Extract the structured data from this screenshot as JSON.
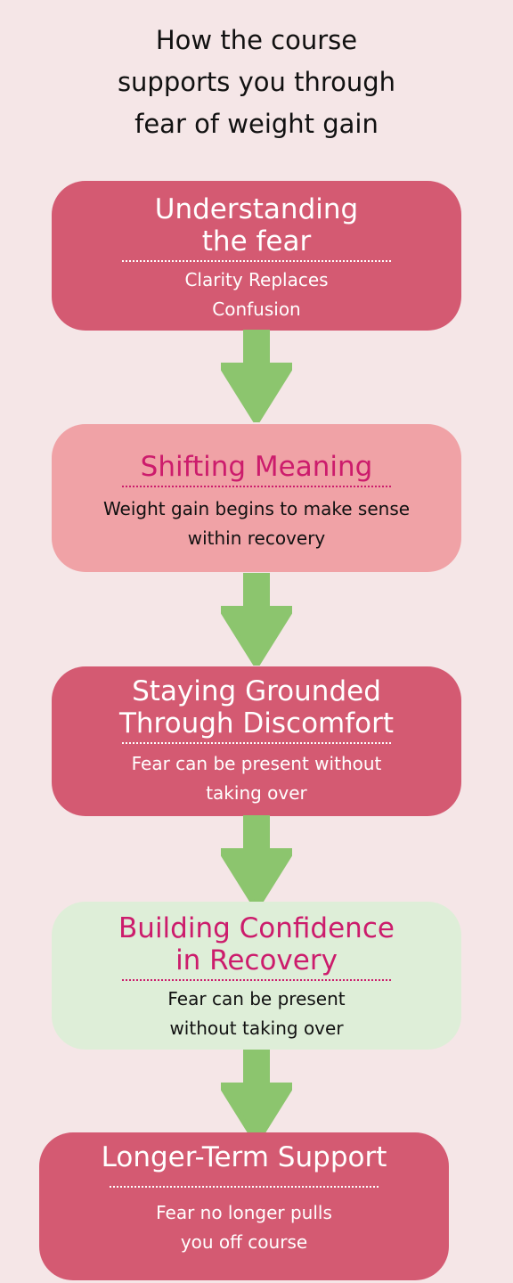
{
  "title": {
    "line1": "How the course",
    "line2": "supports you through",
    "line3": "fear of weight gain"
  },
  "steps": [
    {
      "heading": [
        "Understanding",
        "the fear"
      ],
      "subtitle": [
        "Clarity Replaces",
        "Confusion"
      ]
    },
    {
      "heading": [
        "Shifting Meaning"
      ],
      "subtitle": [
        "Weight gain begins to make sense",
        "within recovery"
      ]
    },
    {
      "heading": [
        "Staying Grounded",
        "Through Discomfort"
      ],
      "subtitle": [
        "Fear can be present without",
        "taking over"
      ]
    },
    {
      "heading": [
        "Building Confidence",
        "in Recovery"
      ],
      "subtitle": [
        "Fear can be present",
        "without taking over"
      ]
    },
    {
      "heading": [
        "Longer-Term Support"
      ],
      "subtitle": [
        "Fear no longer pulls",
        "you off course"
      ]
    }
  ],
  "colors": {
    "background": "#f5e6e7",
    "dark_box": "#d45a72",
    "light_pink_box": "#f0a2a6",
    "light_green_box": "#deeed8",
    "accent_heading": "#cc1c6c",
    "arrow": "#8cc56e"
  },
  "icons": {
    "connector": "down-arrow-icon"
  }
}
